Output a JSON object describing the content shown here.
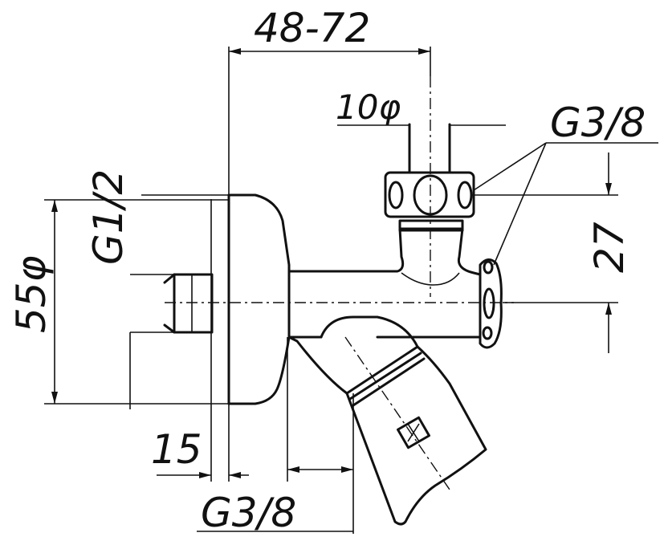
{
  "drawing": {
    "dim_top_length": "48-72",
    "dim_stem_diameter": "10φ",
    "dim_thread_top": "G3/8",
    "dim_inlet_thread": "G1/2",
    "dim_flange_diameter": "55φ",
    "dim_height": "27",
    "dim_offset": "15",
    "dim_thread_bottom": "G3/8"
  }
}
